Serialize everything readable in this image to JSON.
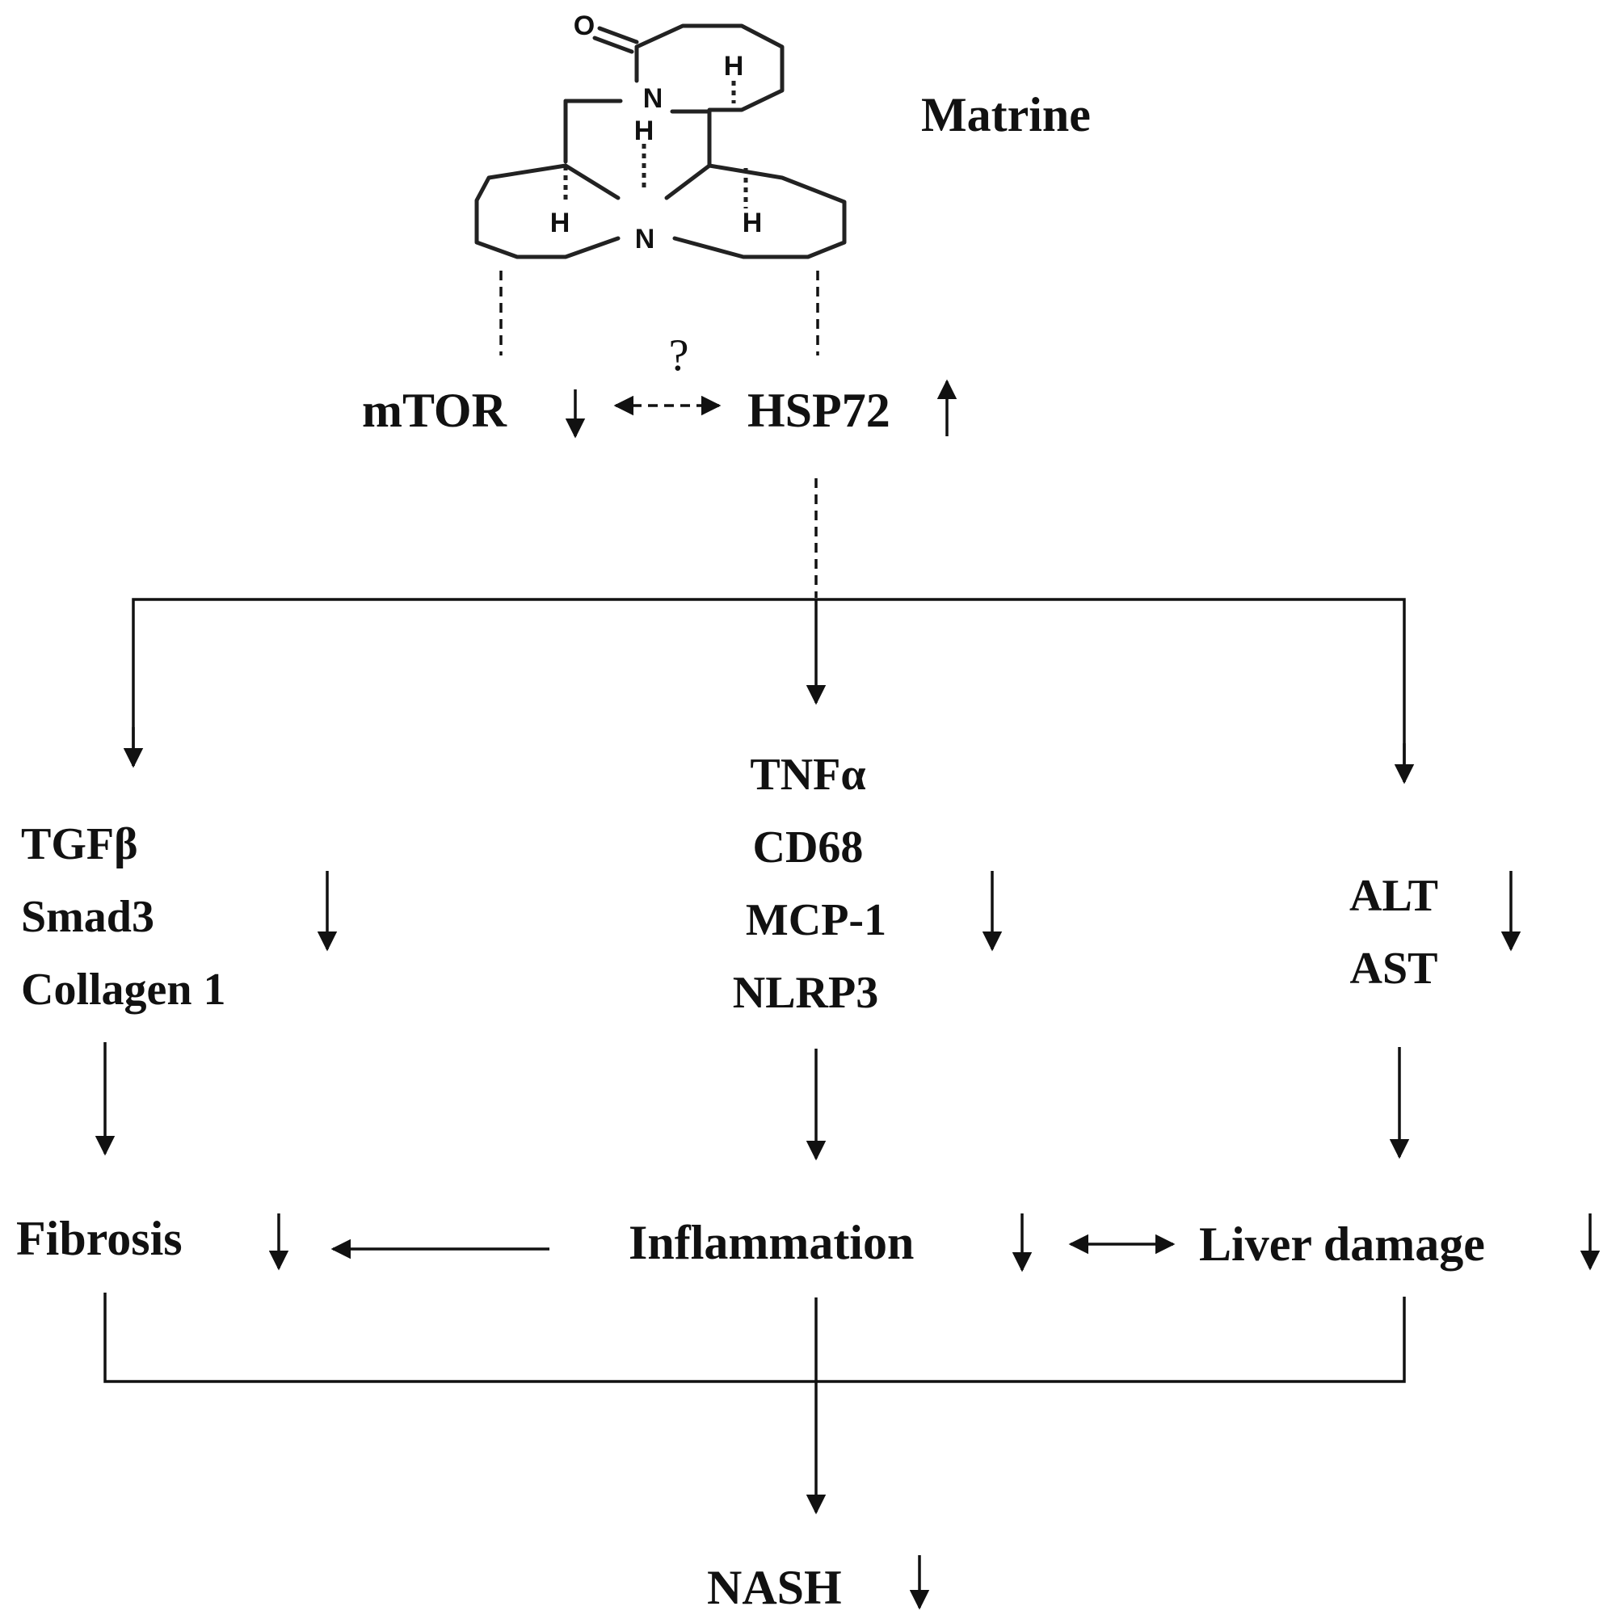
{
  "compound": {
    "name": "Matrine",
    "atoms": {
      "oxygen": "O",
      "nitrogen": "N",
      "hydrogen": "H"
    }
  },
  "question_mark": "?",
  "targets": {
    "left": "mTOR",
    "right": "HSP72"
  },
  "groups": {
    "fibrosis_markers": [
      "TGFβ",
      "Smad3",
      "Collagen 1"
    ],
    "inflammation_markers": [
      "TNFα",
      "CD68",
      "MCP-1",
      "NLRP3"
    ],
    "liver_markers": [
      "ALT",
      "AST"
    ]
  },
  "outcomes": {
    "fibrosis": "Fibrosis",
    "inflammation": "Inflammation",
    "liver_damage": "Liver damage",
    "final": "NASH"
  },
  "colors": {
    "ink": "#111111",
    "background": "#ffffff"
  },
  "icons": {
    "decrease": "arrow-down-icon",
    "increase": "arrow-up-icon"
  }
}
